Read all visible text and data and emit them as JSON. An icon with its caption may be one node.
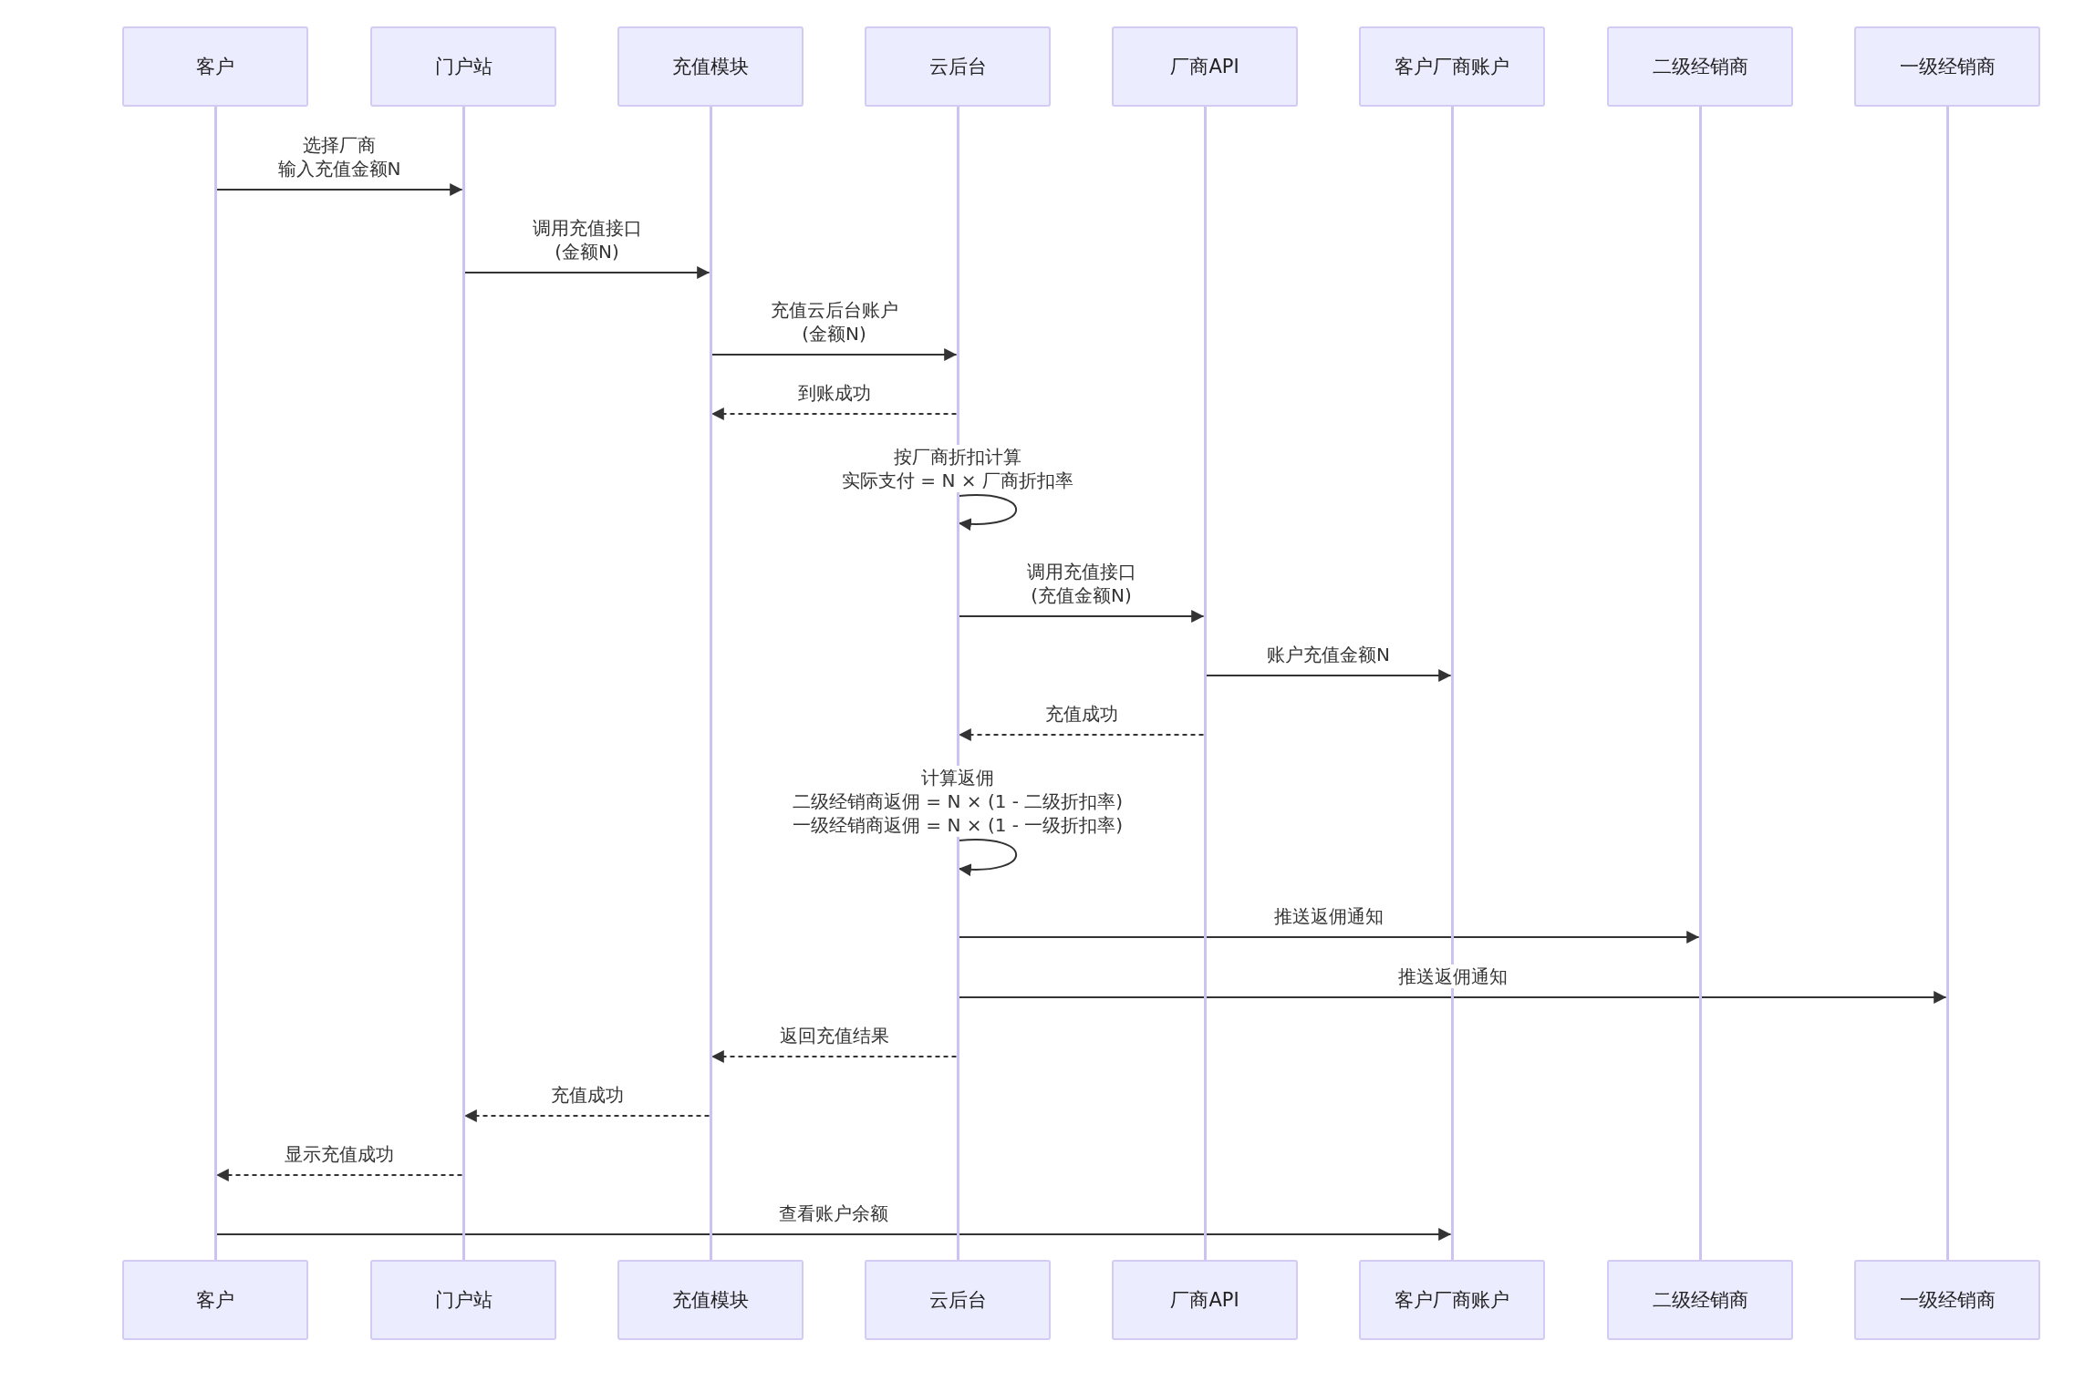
{
  "diagram": {
    "nodes": [
      {
        "text": [
          "客户"
        ]
      },
      {
        "text": [
          "门户站"
        ]
      },
      {
        "text": [
          "充值模块"
        ]
      },
      {
        "text": [
          "云后台"
        ]
      },
      {
        "text": [
          "厂商API"
        ]
      },
      {
        "text": [
          "客户厂商账户"
        ]
      },
      {
        "text": [
          "二级经销商"
        ]
      },
      {
        "text": [
          "一级经销商"
        ]
      },
      {
        "text": [],
        "shape": "bar"
      },
      {
        "text": [],
        "shape": "bar"
      },
      {
        "text": [],
        "shape": "bar"
      },
      {
        "text": [],
        "shape": "bar"
      },
      {
        "text": [],
        "shape": "bar"
      },
      {
        "text": [],
        "shape": "bar"
      },
      {
        "text": [],
        "shape": "bar"
      },
      {
        "text": [],
        "shape": "bar"
      },
      {
        "text": [
          "客户"
        ]
      },
      {
        "text": [
          "门户站"
        ]
      },
      {
        "text": [
          "充值模块"
        ]
      },
      {
        "text": [
          "云后台"
        ]
      },
      {
        "text": [
          "厂商API"
        ]
      },
      {
        "text": [
          "客户厂商账户"
        ]
      },
      {
        "text": [
          "二级经销商"
        ]
      },
      {
        "text": [
          "一级经销商"
        ]
      }
    ],
    "edges": [
      {
        "from": 8,
        "to": 9,
        "arrow": "to",
        "label": "选择厂商输入充值金额N"
      },
      {
        "from": 9,
        "to": 10,
        "arrow": "to",
        "label": "调用充值接口 (金额N)"
      },
      {
        "from": 10,
        "to": 11,
        "arrow": "to",
        "label": "充值云后台账户 (金额N)"
      },
      {
        "from": 11,
        "to": 10,
        "arrow": "to",
        "label": "到账成功",
        "style": "dashed"
      },
      {
        "from": 11,
        "to": 11,
        "arrow": "to",
        "label": "按厂商折扣计算实际支付 = N × 厂商折扣率"
      },
      {
        "from": 11,
        "to": 12,
        "arrow": "to",
        "label": "调用充值接口 (充值金额N)"
      },
      {
        "from": 12,
        "to": 13,
        "arrow": "to",
        "label": "账户充值金额N"
      },
      {
        "from": 12,
        "to": 11,
        "arrow": "to",
        "label": "充值成功",
        "style": "dashed"
      },
      {
        "from": 11,
        "to": 11,
        "arrow": "to",
        "label": "计算返佣二级经销商返佣 = N × (1 - 二级折扣率)一级经销商返佣 = N × (1 - 一级折扣率)"
      },
      {
        "from": 11,
        "to": 14,
        "arrow": "to",
        "label": "推送返佣通知"
      },
      {
        "from": 11,
        "to": 15,
        "arrow": "to",
        "label": "推送返佣通知"
      },
      {
        "from": 11,
        "to": 10,
        "arrow": "to",
        "label": "返回充值结果",
        "style": "dashed"
      },
      {
        "from": 10,
        "to": 9,
        "arrow": "to",
        "label": "充值成功",
        "style": "dashed"
      },
      {
        "from": 9,
        "to": 8,
        "arrow": "to",
        "label": "显示充值成功",
        "style": "dashed"
      },
      {
        "from": 8,
        "to": 13,
        "arrow": "to",
        "label": "查看账户余额"
      }
    ]
  }
}
